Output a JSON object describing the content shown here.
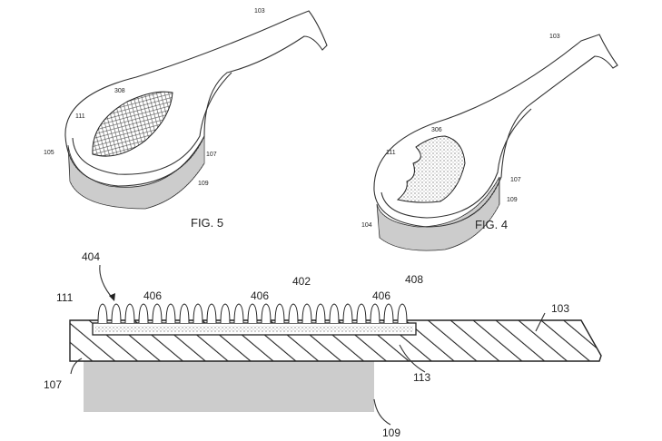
{
  "fig5": {
    "caption": "FIG. 5",
    "labels": {
      "handle": "103",
      "insert": "308",
      "top": "111",
      "side": "107",
      "edge": "105",
      "bristles": "109"
    }
  },
  "fig4": {
    "caption": "FIG. 4",
    "labels": {
      "handle": "103",
      "insert": "306",
      "top": "111",
      "side": "107",
      "edge": "104",
      "bristles": "109"
    }
  },
  "section": {
    "labels": {
      "assembly": "404",
      "top": "111",
      "element_a": "406",
      "element_b": "406",
      "element_c": "406",
      "layer": "402",
      "end": "408",
      "handle": "103",
      "bottom": "107",
      "recess": "113",
      "bristles": "109"
    }
  }
}
